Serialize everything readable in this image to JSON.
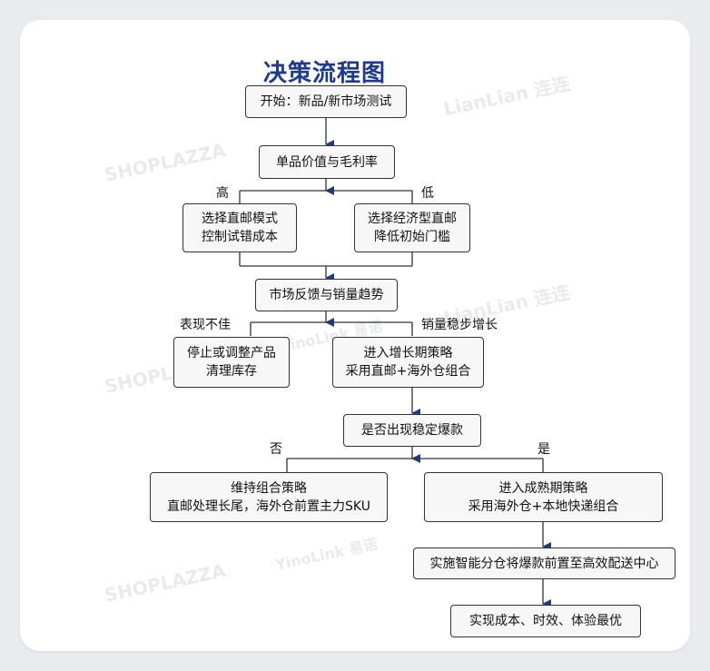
{
  "title": "决策流程图",
  "nodes": {
    "start": "开始：新品/新市场测试",
    "value": "单品价值与毛利率",
    "direct_mail": [
      "选择直邮模式",
      "控制试错成本"
    ],
    "economy": [
      "选择经济型直邮",
      "降低初始门槛"
    ],
    "feedback": "市场反馈与销量趋势",
    "stop": [
      "停止或调整产品",
      "清理库存"
    ],
    "growth": [
      "进入增长期策略",
      "采用直邮+海外仓组合"
    ],
    "hit": "是否出现稳定爆款",
    "maintain": [
      "维持组合策略",
      "直邮处理长尾，海外仓前置主力SKU"
    ],
    "mature": [
      "进入成熟期策略",
      "采用海外仓+本地快递组合"
    ],
    "smart": "实施智能分仓将爆款前置至高效配送中心",
    "result": "实现成本、时效、体验最优"
  },
  "edge_labels": {
    "high": "高",
    "low": "低",
    "poor": "表现不佳",
    "steady": "销量稳步增长",
    "no": "否",
    "yes": "是"
  },
  "watermarks": [
    "LianLian 连连",
    "SHOPLAZZA",
    "YinoLink 易诺"
  ],
  "colors": {
    "title": "#1e3a8a",
    "arrow": "#1e3a8a",
    "line": "#333333",
    "node_fill": "#f7f7f7"
  }
}
